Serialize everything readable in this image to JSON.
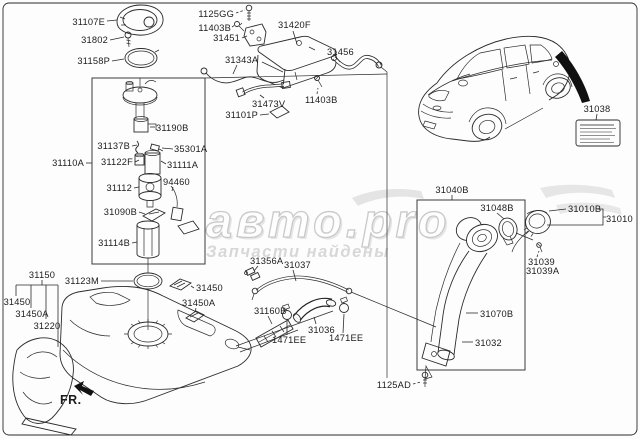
{
  "watermark": {
    "logo": "авто.pro",
    "tagline": "Запчасти найдены"
  },
  "orientation_label": "FR.",
  "groups": {
    "pump_plate": {
      "cover": "31107E",
      "bolt": "31802",
      "ring": "31158P"
    },
    "canister": {
      "bolt": "1125GG",
      "screw_a": "11403B",
      "bracket": "31451",
      "body": "31420F",
      "tube": "31343A",
      "hose": "31456",
      "tube_b": "31473V",
      "screw_b": "11403B",
      "plate": "31101P"
    },
    "vehicle": {
      "caution_label": "31038"
    },
    "pump_module": {
      "assy": "31110A",
      "pump": "31190B",
      "clip": "31137B",
      "sensor": "35301A",
      "filter": "31122F",
      "body": "31111A",
      "motor": "31112",
      "sender": "94460",
      "plate": "31090B",
      "reservoir": "31114B",
      "oring": "31123M",
      "pad_a": "31450",
      "pad_b": "31450A"
    },
    "tank": {
      "band": "31150",
      "pad_a": "31450",
      "pad_b": "31450A",
      "protector": "31220"
    },
    "lines": {
      "connector": "31356A",
      "vapor_hose": "31037",
      "protector_tube": "31160B",
      "filler_hose": "31036",
      "clamp_a": "1471EE",
      "clamp_b": "1471EE"
    },
    "filler_neck": {
      "assy": "31040B",
      "packing": "31048B",
      "cap_sub": "31010B",
      "cap": "31010",
      "screw": "31039",
      "screw_alt": "31039A",
      "pipe": "31070B",
      "hose": "31032",
      "bolt": "1125AD"
    }
  }
}
